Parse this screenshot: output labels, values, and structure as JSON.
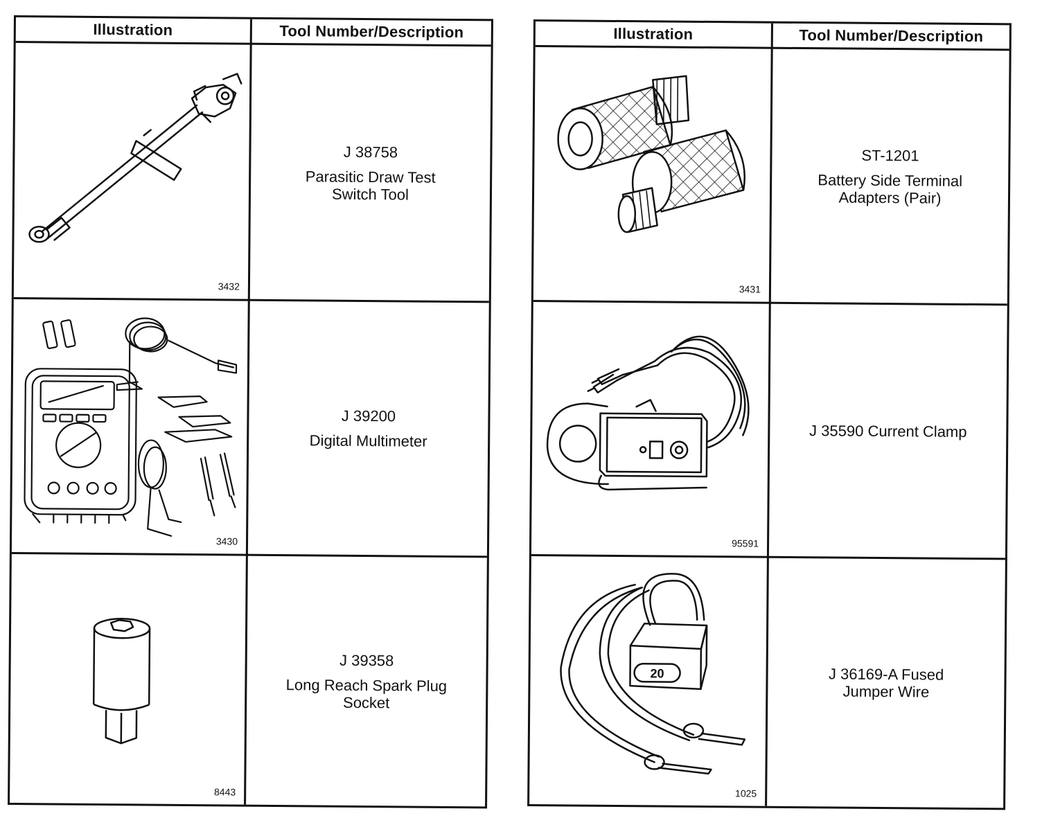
{
  "headers": {
    "illustration": "Illustration",
    "tool": "Tool Number/Description"
  },
  "left": [
    {
      "fig": "3432",
      "number": "J 38758",
      "desc1": "Parasitic Draw Test",
      "desc2": "Switch Tool",
      "icon": "parasitic-draw-switch-icon"
    },
    {
      "fig": "3430",
      "number": "J 39200",
      "desc1": "Digital Multimeter",
      "desc2": "",
      "icon": "digital-multimeter-icon"
    },
    {
      "fig": "8443",
      "number": "J 39358",
      "desc1": "Long Reach Spark Plug",
      "desc2": "Socket",
      "icon": "spark-plug-socket-icon"
    }
  ],
  "right": [
    {
      "fig": "3431",
      "number": "ST-1201",
      "desc1": "Battery Side Terminal",
      "desc2": "Adapters (Pair)",
      "icon": "terminal-adapters-icon"
    },
    {
      "fig": "95591",
      "number": "",
      "desc1": "J 35590 Current Clamp",
      "desc2": "",
      "icon": "current-clamp-icon"
    },
    {
      "fig": "1025",
      "number": "",
      "desc1": "J 36169-A Fused",
      "desc2": "Jumper Wire",
      "icon": "fused-jumper-wire-icon"
    }
  ],
  "fuse_label": "20"
}
